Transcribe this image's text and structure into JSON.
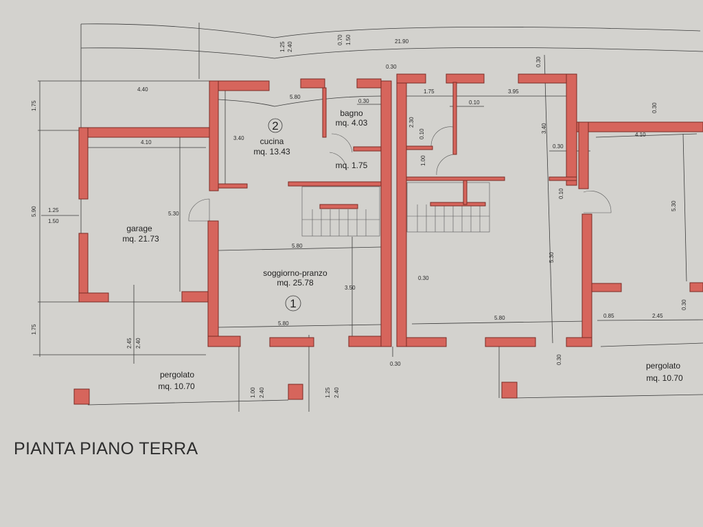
{
  "title": "PIANTA PIANO TERRA",
  "colors": {
    "wall": "#d6655c",
    "paper": "#d3d2ce",
    "line": "#3a3a3a"
  },
  "rooms": {
    "cucina": {
      "number": "2",
      "name": "cucina",
      "area": "mq. 13.43"
    },
    "bagno": {
      "name": "bagno",
      "area": "mq. 4.03"
    },
    "disimpegno": {
      "area": "mq. 1.75"
    },
    "garage": {
      "name": "garage",
      "area": "mq. 21.73"
    },
    "soggiorno": {
      "number": "1",
      "name": "soggiorno-pranzo",
      "area": "mq. 25.78"
    },
    "pergolato_left": {
      "name": "pergolato",
      "area": "mq. 10.70"
    },
    "pergolato_right": {
      "name": "pergolato",
      "area": "mq. 10.70"
    }
  },
  "dimensions": [
    "1.25",
    "2.40",
    "0.70",
    "1.50",
    "21.90",
    "0.30",
    "4.40",
    "1.75",
    "5.80",
    "0.30",
    "3.40",
    "4.10",
    "5.30",
    "5.90",
    "1.25",
    "1.50",
    "1.75",
    "2.45",
    "2.40",
    "5.80",
    "3.50",
    "5.80",
    "1.00",
    "2.40",
    "1.25",
    "2.40",
    "0.30",
    "0.30",
    "1.75",
    "3.95",
    "0.10",
    "2.30",
    "0.10",
    "1.00",
    "3.40",
    "0.30",
    "0.10",
    "0.30",
    "4.10",
    "5.30",
    "5.30",
    "0.30",
    "5.80",
    "0.85",
    "2.45",
    "0.30",
    "0.30"
  ]
}
